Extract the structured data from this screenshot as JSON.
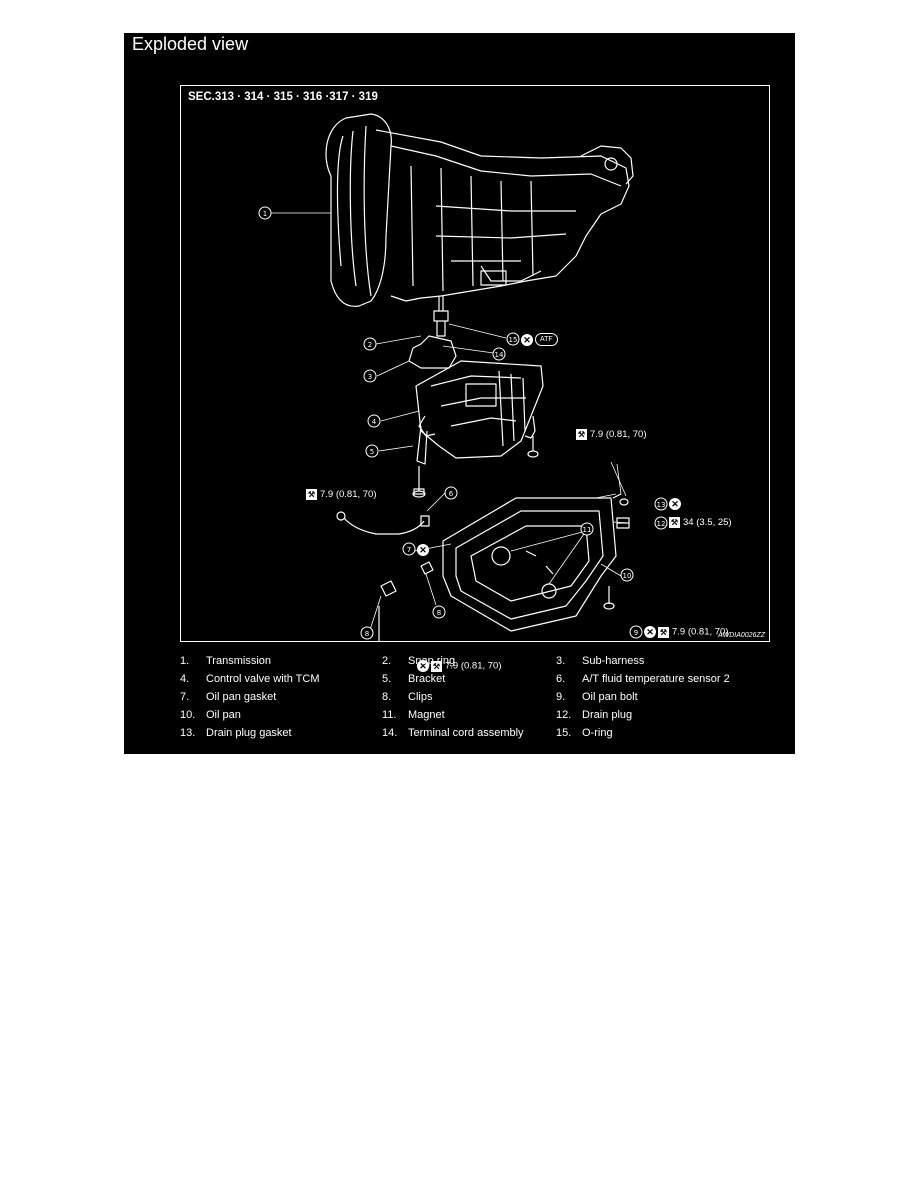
{
  "title": "Exploded view",
  "section": "SEC.313 · 314 · 315 · 316 ·317 · 319",
  "figure_id": "AWDIA0026ZZ",
  "icons": {
    "torque": "torque-wrench-icon",
    "replace": "do-not-reuse-x-icon",
    "atf": "ATF"
  },
  "callouts": {
    "c1": "1",
    "c2": "2",
    "c3": "3",
    "c4": "4",
    "c5": "5",
    "c6": "6",
    "c7": "7",
    "c8a": "8",
    "c8b": "8",
    "c9a": "9",
    "c9b": "9",
    "c10": "10",
    "c11": "11",
    "c12": "12",
    "c13": "13",
    "c14": "14",
    "c15": "15"
  },
  "specs": {
    "bolt_control_valve": "7.9 (0.81, 70)",
    "bolt_sensor": "7.9 (0.81, 70)",
    "drain_plug": "34 (3.5, 25)",
    "oil_pan_bolt_right": "7.9 (0.81, 70)",
    "oil_pan_bolt_bottom": "7.9 (0.81, 70)"
  },
  "legend": [
    [
      {
        "num": "1.",
        "label": "Transmission"
      },
      {
        "num": "2.",
        "label": "Snap ring"
      },
      {
        "num": "3.",
        "label": "Sub-harness"
      }
    ],
    [
      {
        "num": "4.",
        "label": "Control valve with TCM"
      },
      {
        "num": "5.",
        "label": "Bracket"
      },
      {
        "num": "6.",
        "label": "A/T fluid temperature sensor 2"
      }
    ],
    [
      {
        "num": "7.",
        "label": "Oil pan gasket"
      },
      {
        "num": "8.",
        "label": "Clips"
      },
      {
        "num": "9.",
        "label": "Oil pan bolt"
      }
    ],
    [
      {
        "num": "10.",
        "label": "Oil pan"
      },
      {
        "num": "11.",
        "label": "Magnet"
      },
      {
        "num": "12.",
        "label": "Drain plug"
      }
    ],
    [
      {
        "num": "13.",
        "label": "Drain plug gasket"
      },
      {
        "num": "14.",
        "label": "Terminal cord assembly"
      },
      {
        "num": "15.",
        "label": "O-ring"
      }
    ]
  ]
}
